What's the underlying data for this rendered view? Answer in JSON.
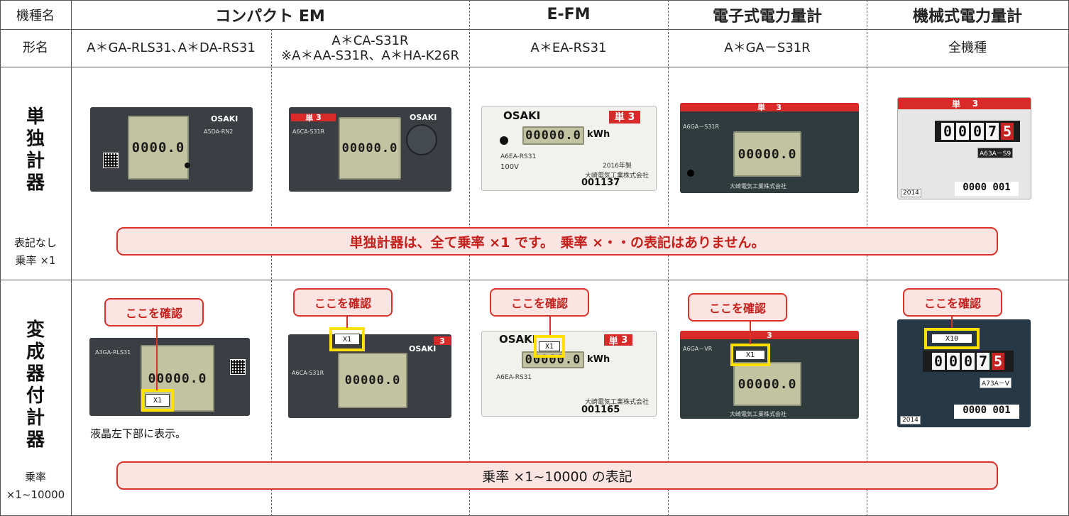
{
  "header": {
    "col_label": "機種名",
    "compact_em": "コンパクト EM",
    "efm": "E-FM",
    "electronic": "電子式電力量計",
    "mechanical": "機械式電力量計"
  },
  "model_row": {
    "label": "形名",
    "compact_a": "A＊GA-RLS31､A＊DA-RS31",
    "compact_b_line1": "A＊CA-S31R",
    "compact_b_line2": "※A＊AA-S31R、A＊HA-K26R",
    "efm": "A＊EA-RS31",
    "electronic": "A＊GA－S31R",
    "mechanical": "全機種"
  },
  "row_single": {
    "label": "単独計器",
    "side_line1": "表記なし",
    "side_line2": "乗率 ×1",
    "banner": "単独計器は、全て乗率 ×1 です。　乗率 ×・・の表記はありません。"
  },
  "row_transformer": {
    "label": "変成器付計器",
    "side_line1": "乗率",
    "side_line2": "×1~10000",
    "banner": "乗率 ×1~10000 の表記",
    "callout": "ここを確認",
    "note": "液晶左下部に表示。"
  },
  "meters": {
    "brand": "OSAKI",
    "lcd_value": "0000.0",
    "lcd_value_long": "00000.0",
    "unit_kwh": "kWh",
    "single_badge": "単",
    "phase_3": "3",
    "efm_model_single": "A6EA-RS31",
    "efm_model_ct": "A6EA-RS31",
    "efm_serial_single": "001137",
    "efm_serial_ct": "001165",
    "electronic_model_single": "A6GA－S31R",
    "electronic_model_ct": "A6GA－VR",
    "mech_counter_single": [
      "0",
      "0",
      "0",
      "7",
      "5"
    ],
    "mech_counter_ct": [
      "0",
      "0",
      "0",
      "7",
      "5"
    ],
    "mech_model_single": "A63A－S9",
    "mech_model_ct": "A73A－V",
    "mech_serial": "0000 001",
    "mech_year": "2014",
    "mult_x1": "X1",
    "mult_x10": "X10",
    "manufacturer": "大崎電気工業株式会社",
    "compact_model_a": "A5DA-RN2",
    "compact_model_b": "A6CA-S31R",
    "compact_model_ct": "A3GA-RLS31",
    "voltage_100v": "100V",
    "year_2016": "2016年製"
  }
}
